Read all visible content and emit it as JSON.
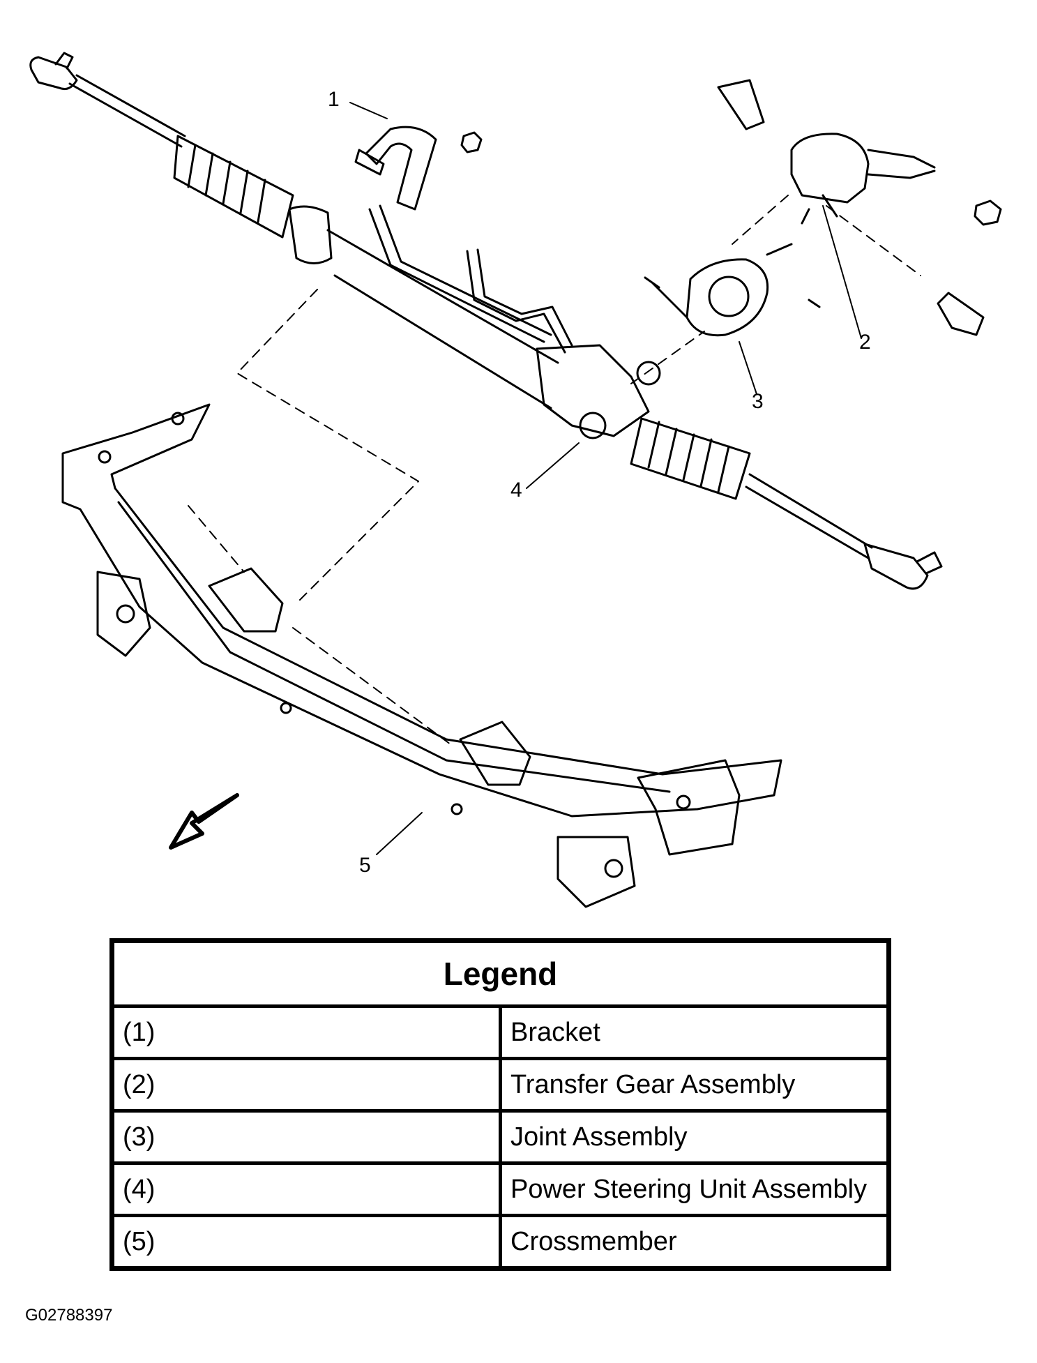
{
  "callouts": [
    "1",
    "2",
    "3",
    "4",
    "5"
  ],
  "legend": {
    "title": "Legend",
    "rows": [
      {
        "num": "(1)",
        "label": "Bracket"
      },
      {
        "num": "(2)",
        "label": "Transfer Gear Assembly"
      },
      {
        "num": "(3)",
        "label": "Joint Assembly"
      },
      {
        "num": "(4)",
        "label": "Power Steering Unit Assembly"
      },
      {
        "num": "(5)",
        "label": "Crossmember"
      }
    ]
  },
  "figure_id": "G02788397",
  "colors": {
    "line": "#000000",
    "background": "#ffffff"
  }
}
